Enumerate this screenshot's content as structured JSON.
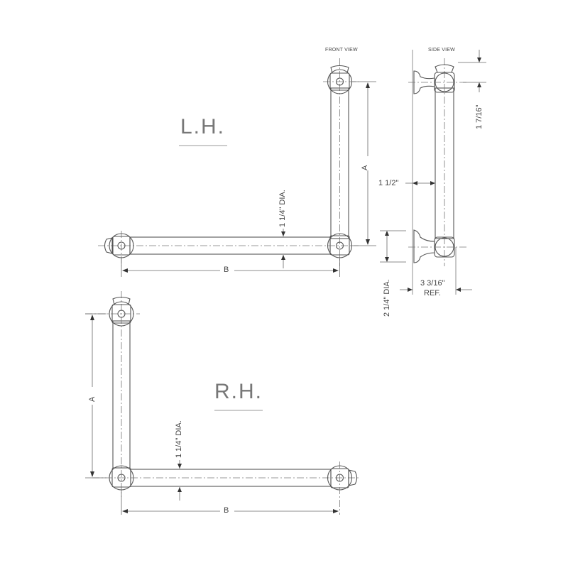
{
  "views": {
    "front_view_label": "FRONT VIEW",
    "side_view_label": "SIDE VIEW"
  },
  "left_hand": {
    "title": "L.H.",
    "dims": {
      "a": "A",
      "b": "B",
      "tube_dia": "1 1/4\" DIA."
    }
  },
  "right_hand": {
    "title": "R.H.",
    "dims": {
      "a": "A",
      "b": "B",
      "tube_dia": "1 1/4\" DIA."
    }
  },
  "side_view": {
    "dims": {
      "height_top": "1 7/16\"",
      "offset": "1 1/2\"",
      "flange_dia": "2 1/4\" DIA.",
      "projection_line1": "3 3/16\"",
      "projection_line2": "REF."
    }
  }
}
